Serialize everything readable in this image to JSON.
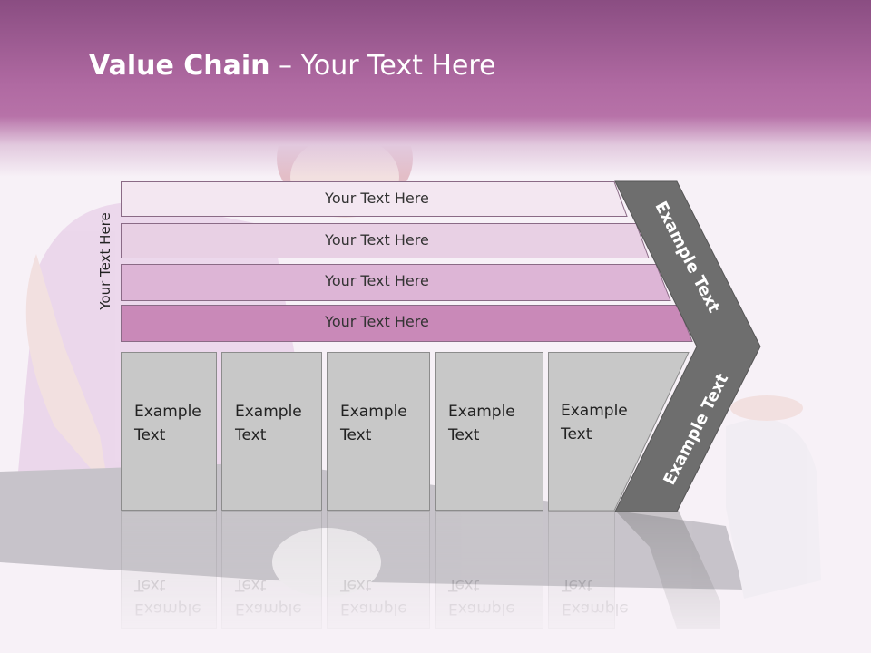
{
  "title": {
    "bold": "Value Chain",
    "rest": " – Your Text Here"
  },
  "side_label": "Your Text Here",
  "bars": [
    {
      "label": "Your Text Here",
      "color": "#f3e7f1"
    },
    {
      "label": "Your Text Here",
      "color": "#e8d0e4"
    },
    {
      "label": "Your Text Here",
      "color": "#ddb5d6"
    },
    {
      "label": "Your Text Here",
      "color": "#c989b8"
    }
  ],
  "boxes": [
    {
      "label": "Example\nText"
    },
    {
      "label": "Example\nText"
    },
    {
      "label": "Example\nText"
    },
    {
      "label": "Example\nText"
    },
    {
      "label": "Example\nText"
    }
  ],
  "chevron": {
    "upper": "Example Text",
    "lower": "Example Text",
    "color": "#6e6e6e"
  },
  "colors": {
    "header": "#b06aa2",
    "background": "#f7f1f7",
    "box": "#c8c8c8"
  }
}
